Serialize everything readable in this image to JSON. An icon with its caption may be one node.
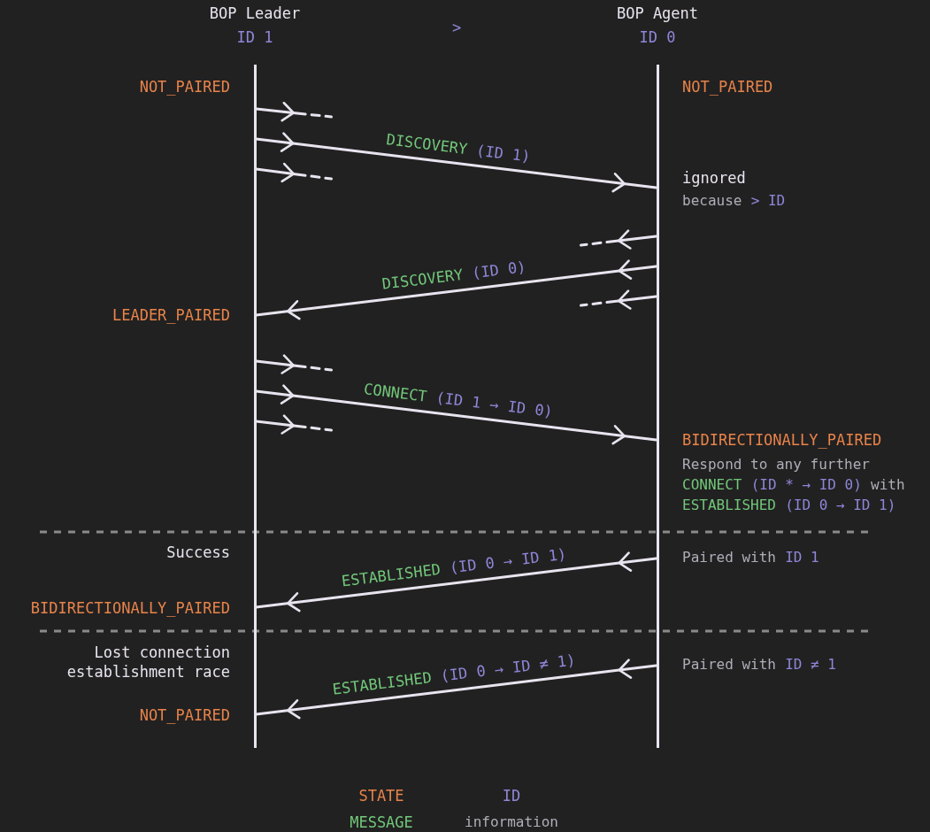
{
  "diagram": {
    "nodes": [
      {
        "text": [
          "BOP Leader",
          "ID 1"
        ]
      },
      {
        "text": [
          "BOP Agent",
          "ID 0"
        ]
      },
      {
        "text": [],
        "shape": "bar"
      },
      {
        "text": [],
        "shape": "bar"
      }
    ],
    "edges": [
      {
        "from": 2,
        "to": null,
        "arrow": "to",
        "style": "dashed"
      },
      {
        "from": 2,
        "to": 3,
        "arrow": "to",
        "label": "DISCOVERY (ID 1)"
      },
      {
        "from": 2,
        "to": null,
        "arrow": "to",
        "style": "dashed"
      },
      {
        "from": 3,
        "to": null,
        "arrow": "to",
        "style": "dashed"
      },
      {
        "from": 3,
        "to": 2,
        "arrow": "to",
        "label": "DISCOVERY (ID 0)"
      },
      {
        "from": 3,
        "to": null,
        "arrow": "to",
        "style": "dashed"
      },
      {
        "from": 2,
        "to": null,
        "arrow": "to",
        "style": "dashed"
      },
      {
        "from": 2,
        "to": 3,
        "arrow": "to",
        "label": "CONNECT (ID 1 → ID 0)"
      },
      {
        "from": 2,
        "to": null,
        "arrow": "to",
        "style": "dashed"
      },
      {
        "from": 3,
        "to": 2,
        "arrow": "to",
        "label": "ESTABLISHED (ID 0 → ID 1)"
      },
      {
        "from": 3,
        "to": 2,
        "arrow": "to",
        "label": "ESTABLISHED (ID 0 → ID ≠ 1)"
      }
    ],
    "labels": [
      ">",
      "NOT_PAIRED",
      "NOT_PAIRED",
      "ignored",
      "because",
      "> ID",
      "LEADER_PAIRED",
      "BIDIRECTIONALLY_PAIRED",
      "Respond to any further",
      "CONNECT",
      "(ID * → ID 0)",
      "with",
      "ESTABLISHED",
      "(ID 0 → ID 1)",
      "Success",
      "Paired with",
      "ID 1",
      "BIDIRECTIONALLY_PAIRED",
      "Lost connection establishment race",
      "Paired with",
      "ID ≠ 1",
      "NOT_PAIRED",
      "information"
    ],
    "legend": [
      {
        "text": "STATE",
        "color": "#e8834a"
      },
      {
        "text": "ID",
        "color": "#8f86d8"
      },
      {
        "text": "MESSAGE",
        "color": "#72c77a"
      }
    ]
  }
}
